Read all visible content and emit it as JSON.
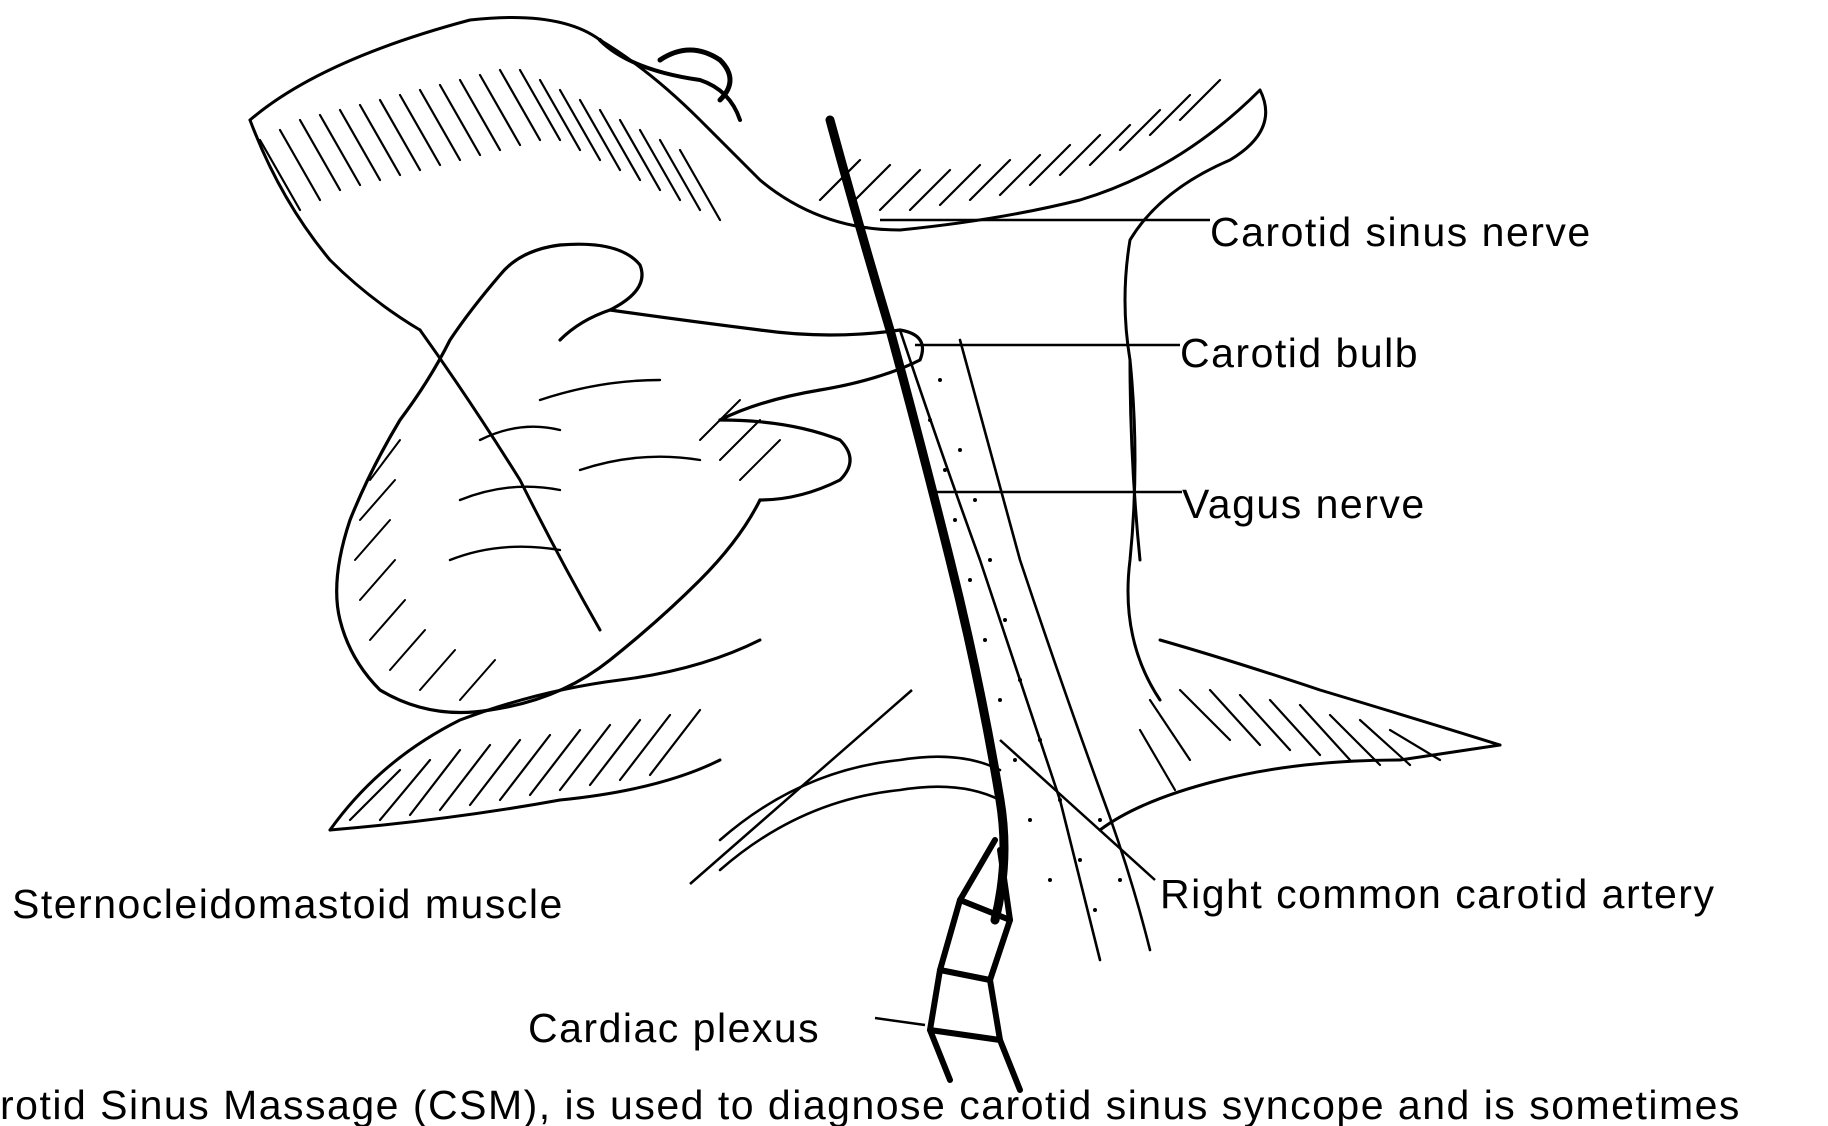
{
  "labels": {
    "carotid_sinus_nerve": "Carotid sinus nerve",
    "carotid_bulb": "Carotid bulb",
    "vagus_nerve": "Vagus nerve",
    "sternocleidomastoid_muscle": "Sternocleidomastoid muscle",
    "right_common_carotid_artery": "Right common carotid artery",
    "cardiac_plexus": "Cardiac plexus"
  },
  "caption": "rotid Sinus Massage (CSM), is used to diagnose carotid sinus syncope and is sometimes"
}
